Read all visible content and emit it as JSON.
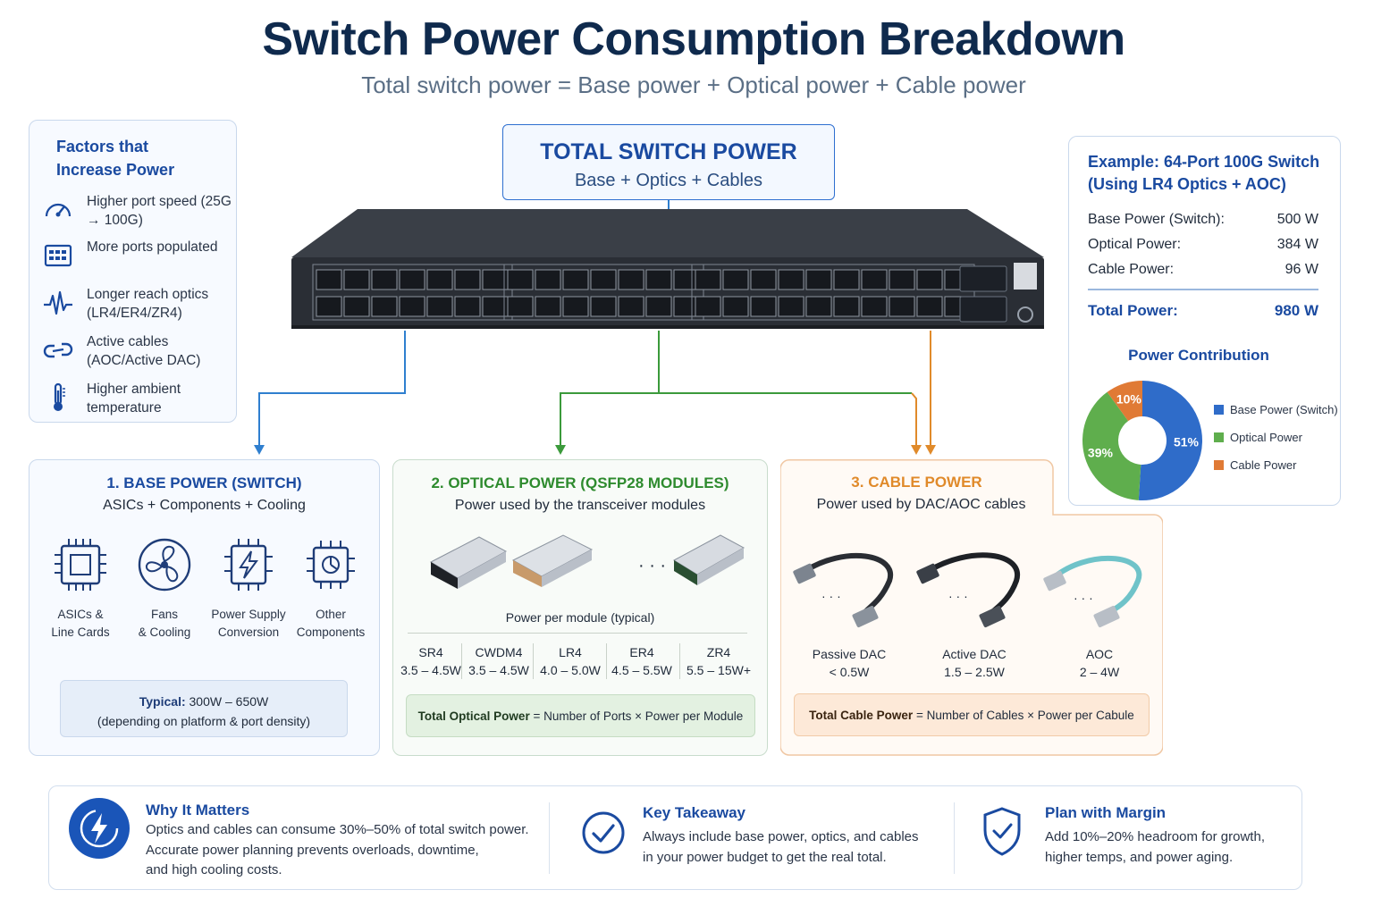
{
  "header": {
    "title": "Switch Power Consumption Breakdown",
    "subtitle": "Total switch power = Base power + Optical power + Cable power"
  },
  "factors": {
    "title": "Factors that Increase Power",
    "items": [
      {
        "icon": "speedometer-icon",
        "text": "Higher port speed (25G → 100G)"
      },
      {
        "icon": "ports-icon",
        "text": "More ports populated"
      },
      {
        "icon": "waveform-icon",
        "text": "Longer reach optics (LR4/ER4/ZR4)"
      },
      {
        "icon": "cable-link-icon",
        "text": "Active cables (AOC/Active DAC)"
      },
      {
        "icon": "thermometer-icon",
        "text": "Higher ambient temperature"
      }
    ]
  },
  "total_box": {
    "title": "TOTAL SWITCH POWER",
    "subtitle": "Base + Optics + Cables"
  },
  "example": {
    "title_line1": "Example: 64-Port 100G Switch",
    "title_line2": "(Using LR4 Optics + AOC)",
    "rows": [
      {
        "label": "Base Power (Switch):",
        "value": "500 W"
      },
      {
        "label": "Optical Power:",
        "value": "384 W"
      },
      {
        "label": "Cable Power:",
        "value": "96 W"
      }
    ],
    "total_label": "Total Power:",
    "total_value": "980 W",
    "contribution_title": "Power Contribution"
  },
  "chart_data": {
    "type": "pie",
    "title": "Power Contribution",
    "categories": [
      "Base Power (Switch)",
      "Optical Power",
      "Cable Power"
    ],
    "values": [
      51,
      39,
      10
    ],
    "labels": [
      "51%",
      "39%",
      "10%"
    ],
    "colors": [
      "#2f6cc9",
      "#5fae4d",
      "#e07a35"
    ],
    "legend": "right"
  },
  "base": {
    "title": "1. BASE POWER (SWITCH)",
    "subtitle": "ASICs + Components + Cooling",
    "icons": [
      {
        "icon": "chip-icon",
        "line1": "ASICs &",
        "line2": "Line Cards"
      },
      {
        "icon": "fan-icon",
        "line1": "Fans",
        "line2": "& Cooling"
      },
      {
        "icon": "power-supply-icon",
        "line1": "Power Supply",
        "line2": "Conversion"
      },
      {
        "icon": "component-icon",
        "line1": "Other",
        "line2": "Components"
      }
    ],
    "note_bold": "Typical:",
    "note_value": " 300W – 650W",
    "note_line2": "(depending on platform & port density)"
  },
  "optical": {
    "title": "2. OPTICAL POWER (QSFP28 MODULES)",
    "subtitle": "Power used by the transceiver modules",
    "ellipsis": "· · ·",
    "per_module_label": "Power per module (typical)",
    "modules": [
      {
        "name": "SR4",
        "power": "3.5 – 4.5W"
      },
      {
        "name": "CWDM4",
        "power": "3.5 – 4.5W"
      },
      {
        "name": "LR4",
        "power": "4.0 – 5.0W"
      },
      {
        "name": "ER4",
        "power": "4.5 – 5.5W"
      },
      {
        "name": "ZR4",
        "power": "5.5 – 15W+"
      }
    ],
    "formula_bold": "Total Optical Power",
    "formula_rest": " = Number of Ports × Power per Module"
  },
  "cable": {
    "title": "3. CABLE POWER",
    "subtitle": "Power used by DAC/AOC cables",
    "items": [
      {
        "name": "Passive DAC",
        "power": "< 0.5W"
      },
      {
        "name": "Active DAC",
        "power": "1.5 – 2.5W"
      },
      {
        "name": "AOC",
        "power": "2 – 4W"
      }
    ],
    "ellipsis": "· · ·",
    "formula_bold": "Total Cable Power",
    "formula_rest": " = Number of Cables × Power per Cabule"
  },
  "bottom": {
    "why": {
      "title": "Why It Matters",
      "line1": "Optics and cables can consume 30%–50% of total switch power.",
      "line2": "Accurate power planning prevents overloads, downtime,",
      "line3": "and high cooling costs."
    },
    "takeaway": {
      "title": "Key Takeaway",
      "line1": "Always include base power, optics, and cables",
      "line2": "in your power budget to get the real total."
    },
    "margin": {
      "title": "Plan with Margin",
      "line1": "Add 10%–20% headroom for growth,",
      "line2": "higher temps, and power aging."
    }
  },
  "colors": {
    "brand_blue": "#1a4aa0",
    "base_line": "#2f7fcf",
    "optical_green": "#2e8b2e",
    "cable_orange": "#e08a2a"
  }
}
